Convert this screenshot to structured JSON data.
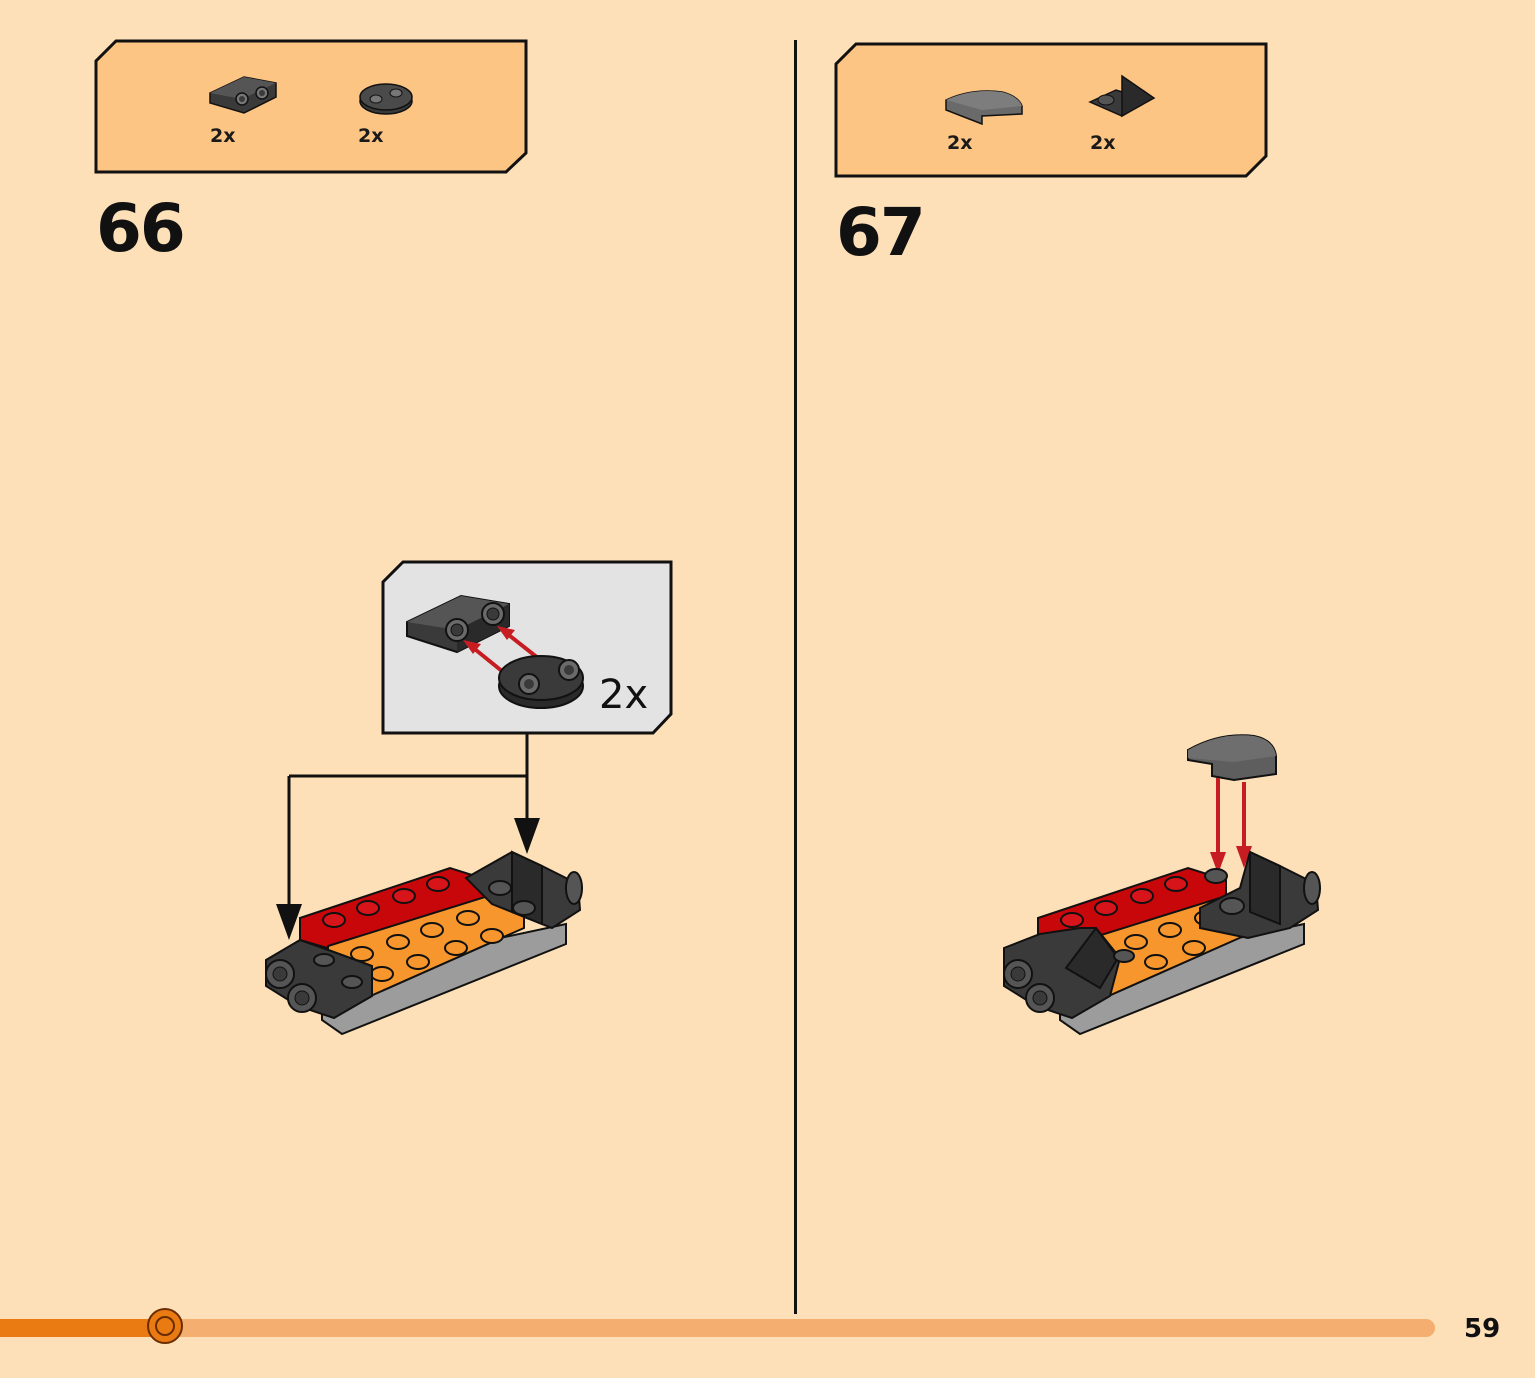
{
  "steps": [
    {
      "number": "66",
      "parts": [
        {
          "qty": "2x",
          "icon": "bracket-plate-icon"
        },
        {
          "qty": "2x",
          "icon": "round-plate-1x2-icon"
        }
      ],
      "callout": {
        "qty": "2x"
      }
    },
    {
      "number": "67",
      "parts": [
        {
          "qty": "2x",
          "icon": "curved-slope-icon"
        },
        {
          "qty": "2x",
          "icon": "wedge-bracket-icon"
        }
      ]
    }
  ],
  "progress": {
    "fraction": 0.115
  },
  "page_number": "59",
  "colors": {
    "background": "#fde0b8",
    "parts_box": "#fdc583",
    "callout_box": "#e3e3e3",
    "progress_fill": "#ea7a12",
    "progress_track": "#f3ae70",
    "brick_red": "#c8070b",
    "brick_orange": "#f6962d",
    "brick_dark": "#3a3a3a",
    "brick_gray": "#9c9c9c",
    "arrow_red": "#c61d22"
  }
}
